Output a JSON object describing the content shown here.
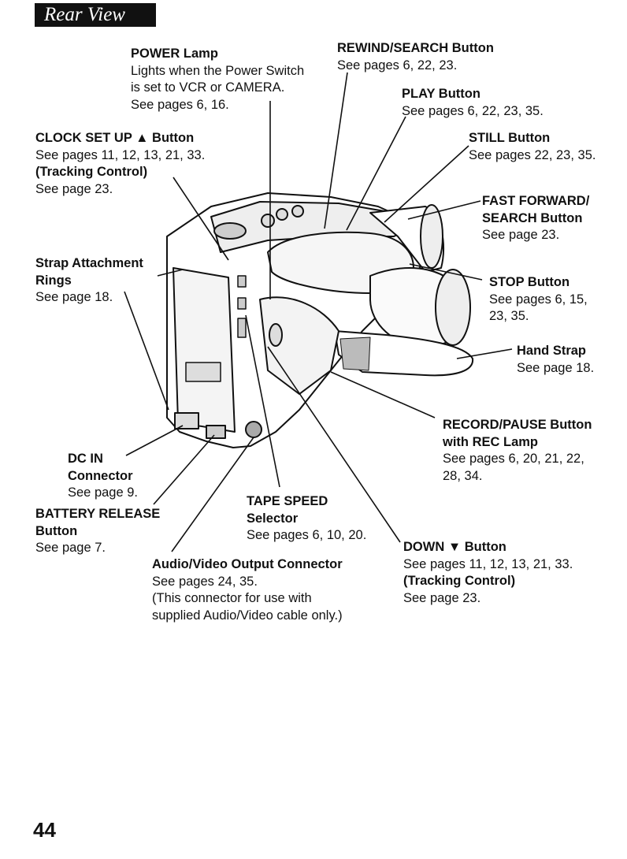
{
  "header": {
    "title": "Rear View"
  },
  "labels": {
    "power_lamp": {
      "title": "POWER Lamp",
      "lines": [
        "Lights when the Power Switch",
        "is set to VCR or CAMERA.",
        "See pages 6, 16."
      ]
    },
    "rewind": {
      "title": "REWIND/SEARCH Button",
      "lines": [
        "See pages 6, 22, 23."
      ]
    },
    "play": {
      "title": "PLAY Button",
      "lines": [
        "See pages 6, 22, 23, 35."
      ]
    },
    "still": {
      "title": "STILL Button",
      "lines": [
        "See pages 22, 23, 35."
      ]
    },
    "clock_set": {
      "title": "CLOCK SET UP ▲ Button",
      "lines": [
        "See pages 11, 12, 13, 21, 33."
      ],
      "subtitle": "(Tracking Control)",
      "sublines": [
        "See page 23."
      ]
    },
    "fast_forward": {
      "title": "FAST FORWARD/",
      "title2": "SEARCH Button",
      "lines": [
        "See page 23."
      ]
    },
    "strap_rings": {
      "title": "Strap Attachment",
      "title2": "Rings",
      "lines": [
        "See page 18."
      ]
    },
    "stop": {
      "title": "STOP Button",
      "lines": [
        "See pages 6, 15,",
        "23, 35."
      ]
    },
    "hand_strap": {
      "title": "Hand Strap",
      "lines": [
        "See page 18."
      ]
    },
    "record_pause": {
      "title": "RECORD/PAUSE Button",
      "title2": "with REC Lamp",
      "lines": [
        "See pages 6, 20, 21, 22,",
        "28, 34."
      ]
    },
    "dc_in": {
      "title": "DC IN",
      "title2": "Connector",
      "lines": [
        "See page 9."
      ]
    },
    "battery_release": {
      "title": "BATTERY RELEASE",
      "title2": "Button",
      "lines": [
        "See page 7."
      ]
    },
    "tape_speed": {
      "title": "TAPE SPEED",
      "title2": "Selector",
      "lines": [
        "See pages 6, 10, 20."
      ]
    },
    "down": {
      "title": "DOWN ▼ Button",
      "lines": [
        "See pages 11, 12, 13, 21, 33."
      ],
      "subtitle": "(Tracking Control)",
      "sublines": [
        "See page 23."
      ]
    },
    "av_output": {
      "title": "Audio/Video Output  Connector",
      "lines": [
        "See pages 24, 35.",
        "(This connector for use with",
        "supplied Audio/Video cable only.)"
      ]
    }
  },
  "footer": {
    "page_number": "44"
  }
}
